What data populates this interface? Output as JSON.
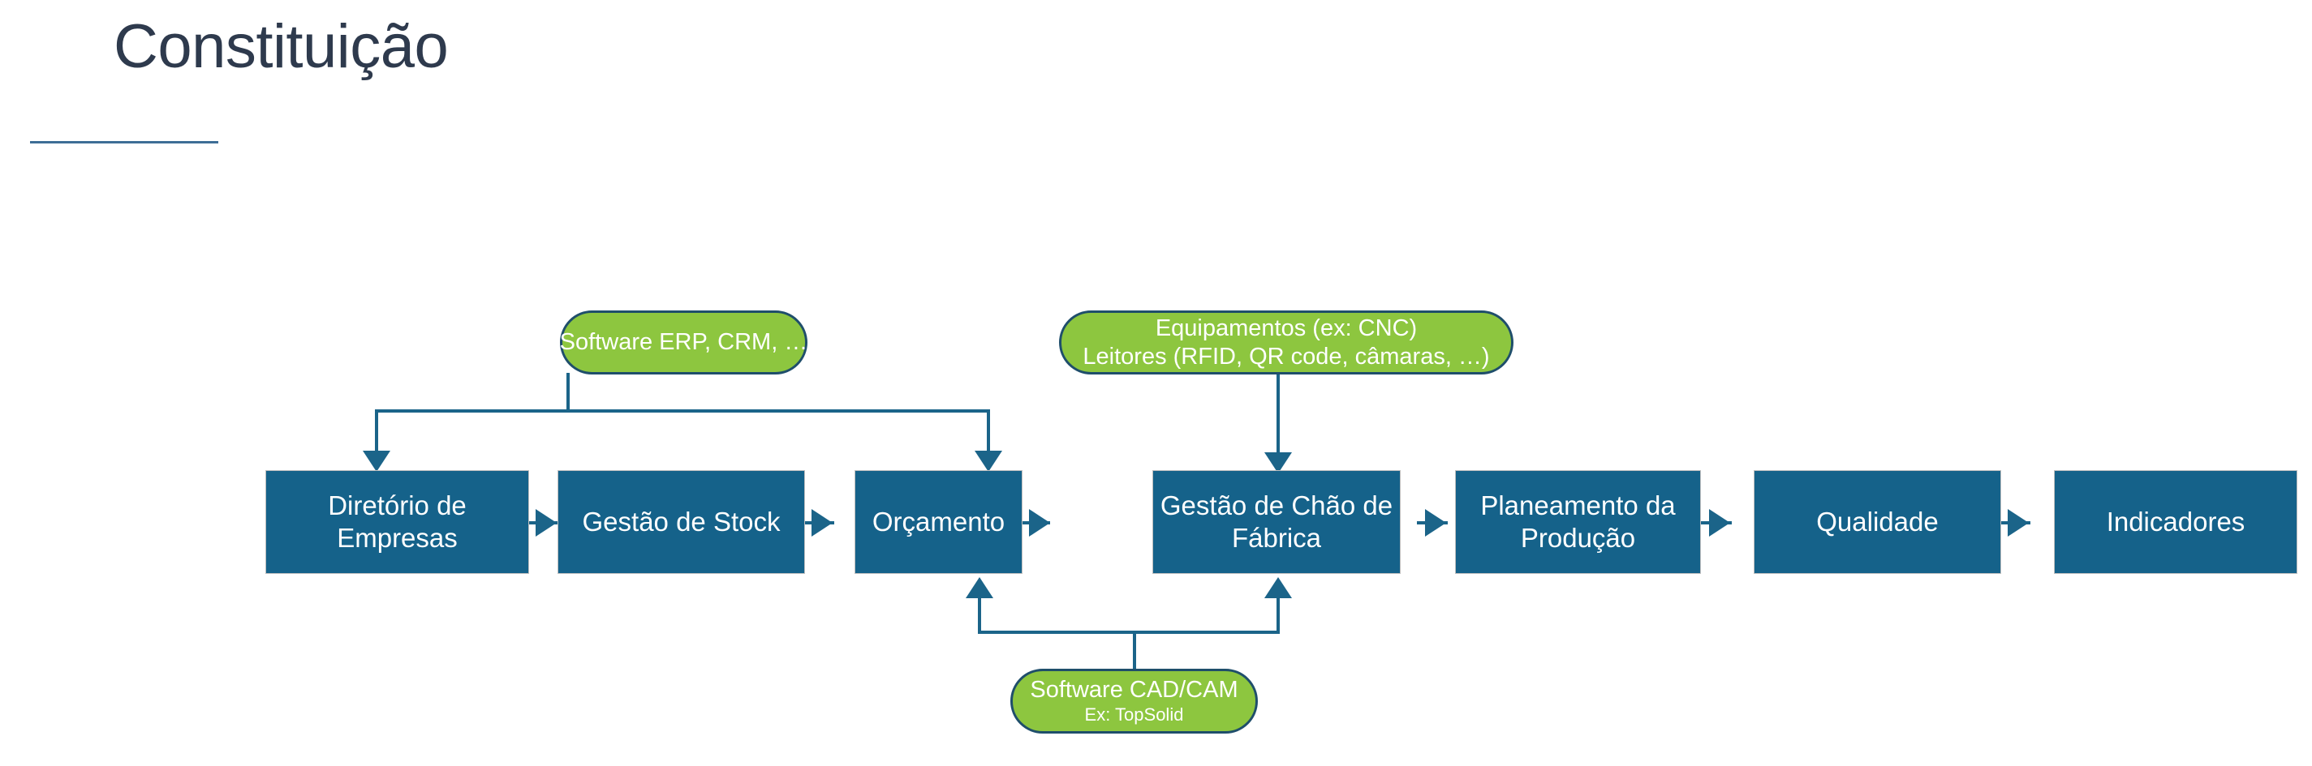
{
  "slide": {
    "title": "Constituição",
    "colors": {
      "title_text": "#2E3A4D",
      "title_rule": "#3E6E96",
      "box_fill": "#15628A",
      "box_border": "#BFBFBF",
      "box_text": "#FFFFFF",
      "callout_fill": "#8DC63F",
      "callout_border": "#1F4E6B",
      "callout_text": "#FFFFFF",
      "connector": "#1B6489",
      "background": "#FFFFFF"
    }
  },
  "diagram": {
    "type": "flowchart",
    "orientation": "left-to-right",
    "process_boxes": [
      {
        "id": "diretorio-de-empresas",
        "label": "Diretório de Empresas"
      },
      {
        "id": "gestao-de-stock",
        "label": "Gestão de Stock"
      },
      {
        "id": "orcamento",
        "label": "Orçamento"
      },
      {
        "id": "gestao-de-chao-de-fabrica",
        "label": "Gestão de Chão de Fábrica"
      },
      {
        "id": "planeamento-da-producao",
        "label": "Planeamento da Produção"
      },
      {
        "id": "qualidade",
        "label": "Qualidade"
      },
      {
        "id": "indicadores",
        "label": "Indicadores"
      }
    ],
    "callouts": [
      {
        "id": "software-erp-crm",
        "main": "Software ERP, CRM, …",
        "sub": "",
        "targets": [
          "diretorio-de-empresas",
          "orcamento"
        ]
      },
      {
        "id": "equipamentos-leitores",
        "main": "Equipamentos (ex: CNC)",
        "sub": "Leitores (RFID, QR code, câmaras, …)",
        "targets": [
          "gestao-de-chao-de-fabrica"
        ]
      },
      {
        "id": "software-cad-cam",
        "main": "Software CAD/CAM",
        "sub": "Ex: TopSolid",
        "targets": [
          "orcamento",
          "gestao-de-chao-de-fabrica"
        ]
      }
    ],
    "flow_sequence": [
      "Diretório de Empresas",
      "Gestão de Stock",
      "Orçamento",
      "Gestão de Chão de Fábrica",
      "Planeamento da Produção",
      "Qualidade",
      "Indicadores"
    ]
  }
}
